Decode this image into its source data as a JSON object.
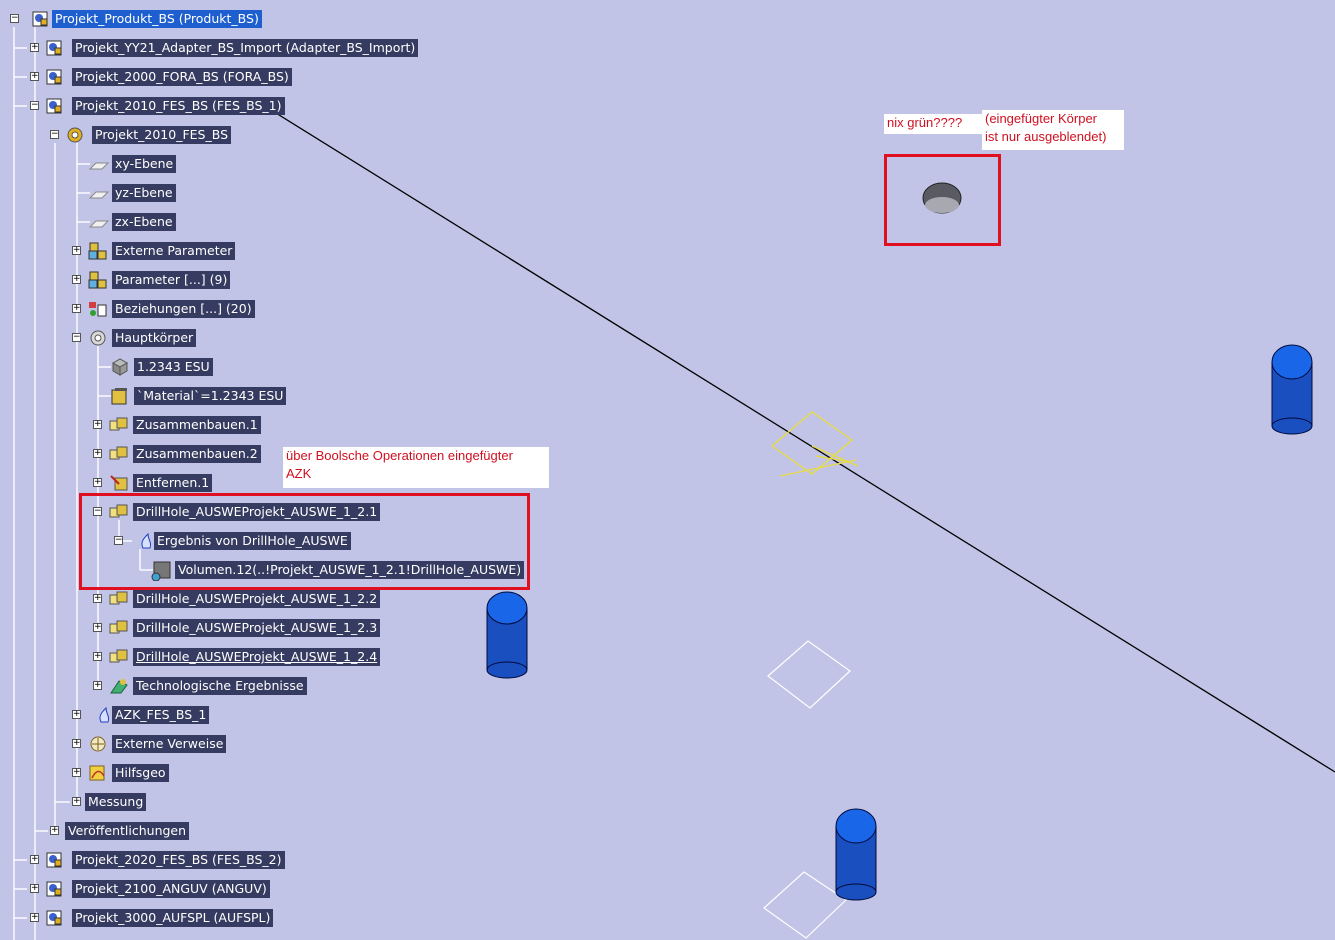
{
  "colors": {
    "background": "#c1c4e6",
    "node_label_bg": "#363c61",
    "root_label_bg": "#1e5fd0",
    "annotation_red": "#e01020",
    "cylinder_blue": "#1a5fd6"
  },
  "tree": {
    "root": "Projekt_Produkt_BS (Produkt_BS)",
    "yy21": "Projekt_YY21_Adapter_BS_Import (Adapter_BS_Import)",
    "p2000": "Projekt_2000_FORA_BS (FORA_BS)",
    "p2010": "Projekt_2010_FES_BS (FES_BS_1)",
    "part2010": "Projekt_2010_FES_BS",
    "xy": "xy-Ebene",
    "yz": "yz-Ebene",
    "zx": "zx-Ebene",
    "ext_params": "Externe Parameter",
    "params": "Parameter [...] (9)",
    "relations": "Beziehungen [...] (20)",
    "main_body": "Hauptkörper",
    "mat1": "1.2343 ESU",
    "mat2": "`Material`=1.2343 ESU",
    "assemble1": "Zusammenbauen.1",
    "assemble2": "Zusammenbauen.2",
    "remove1": "Entfernen.1",
    "drill1": "DrillHole_AUSWEProjekt_AUSWE_1_2.1",
    "result": "Ergebnis von DrillHole_AUSWE",
    "volume": "Volumen.12(..!Projekt_AUSWE_1_2.1!DrillHole_AUSWE)",
    "drill2": "DrillHole_AUSWEProjekt_AUSWE_1_2.2",
    "drill3": "DrillHole_AUSWEProjekt_AUSWE_1_2.3",
    "drill4": "DrillHole_AUSWEProjekt_AUSWE_1_2.4",
    "tech": "Technologische Ergebnisse",
    "azk": "AZK_FES_BS_1",
    "ext_refs": "Externe Verweise",
    "aux": "Hilfsgeo",
    "measure": "Messung",
    "publications": "Veröffentlichungen",
    "p2020": "Projekt_2020_FES_BS (FES_BS_2)",
    "p2100": "Projekt_2100_ANGUV (ANGUV)",
    "p3000": "Projekt_3000_AUFSPL (AUFSPL)"
  },
  "annotations": {
    "boolean_line1": "über Boolsche Operationen eingefügter",
    "boolean_line2": "AZK",
    "nix_gruen": "nix grün????",
    "hidden_line1": "(eingefügter Körper",
    "hidden_line2": "ist nur  ausgeblendet)"
  }
}
